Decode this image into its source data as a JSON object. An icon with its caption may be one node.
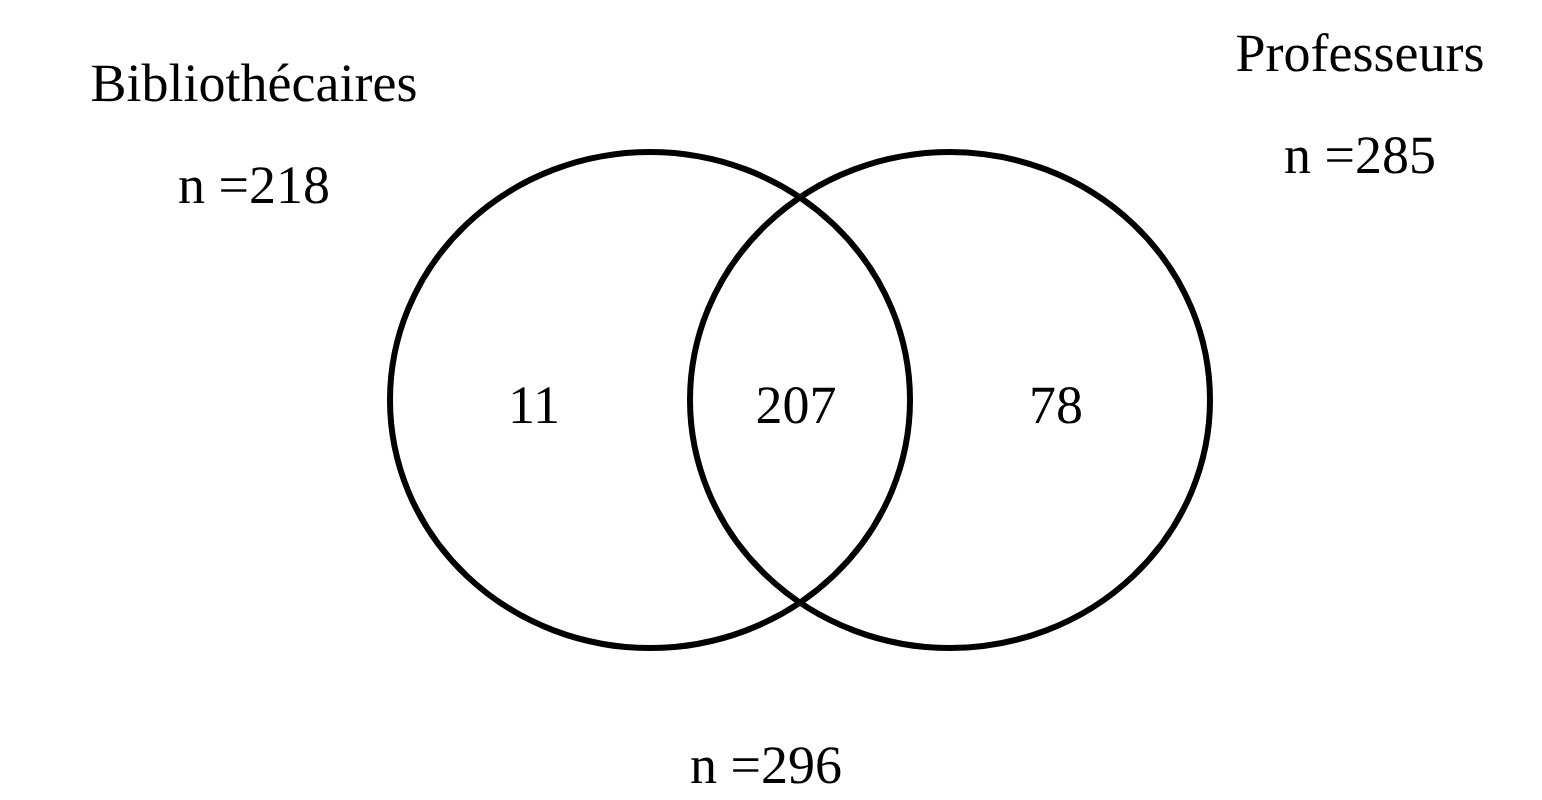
{
  "diagram": {
    "nodes": [
      {
        "text": [
          "Bibliothécaires",
          "n =218"
        ]
      },
      {
        "text": [
          "Professeurs",
          "n =285"
        ]
      }
    ],
    "labels": [
      "11",
      "207",
      "78",
      "n =296"
    ]
  }
}
